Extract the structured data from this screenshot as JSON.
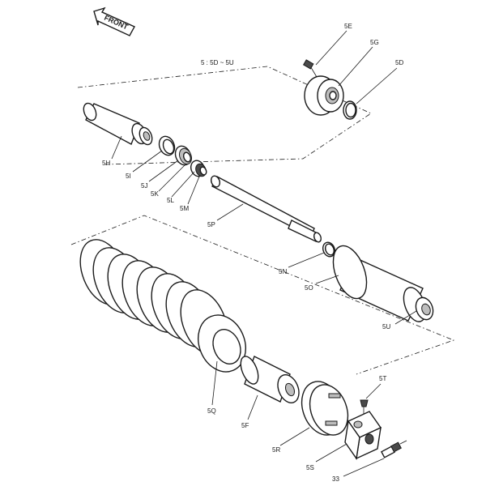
{
  "front_arrow": {
    "text": "FRONT"
  },
  "group_note": "5 : 5D ~ 5U",
  "labels": {
    "5E": "5E",
    "5G": "5G",
    "5D": "5D",
    "5H": "5H",
    "5I": "5I",
    "5J": "5J",
    "5K": "5K",
    "5L": "5L",
    "5M": "5M",
    "5P": "5P",
    "5N": "5N",
    "5O": "5O",
    "5U": "5U",
    "5Q": "5Q",
    "5F": "5F",
    "5R": "5R",
    "5T": "5T",
    "5S": "5S",
    "33": "33"
  }
}
